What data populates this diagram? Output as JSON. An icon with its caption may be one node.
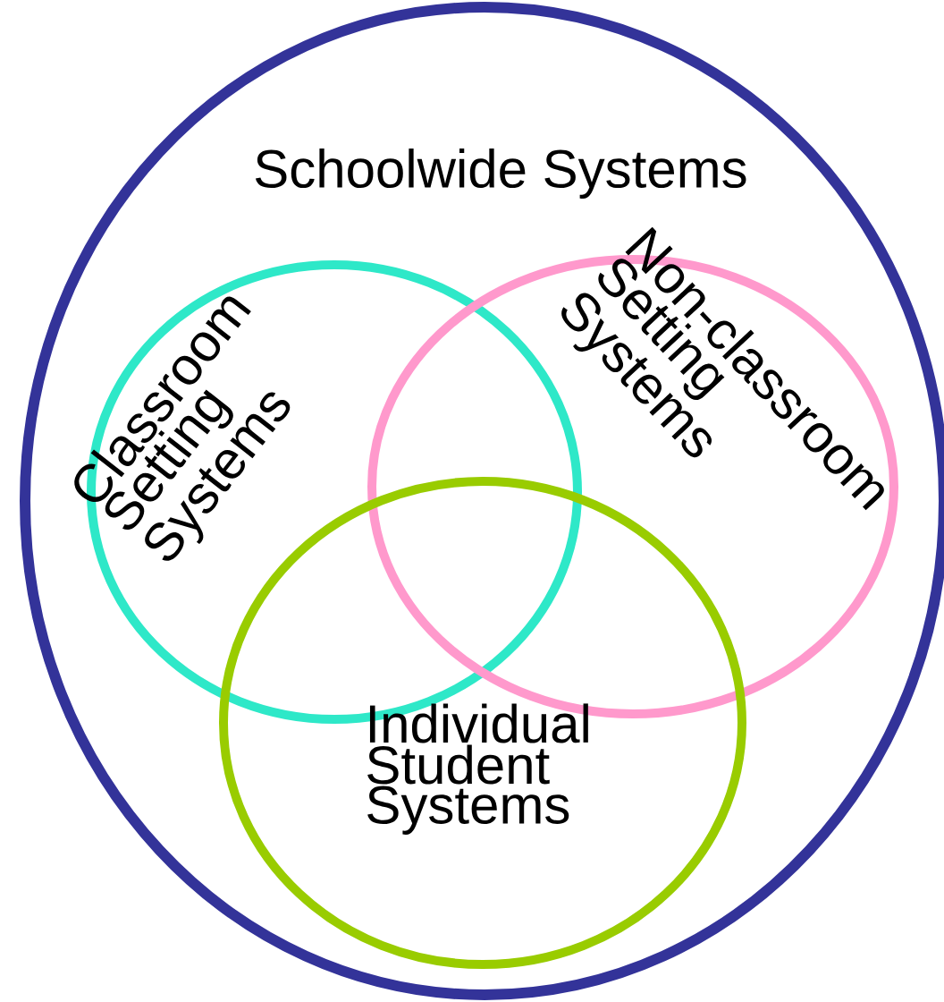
{
  "diagram": {
    "nodes": [
      {
        "text": [
          "Schoolwide Systems"
        ]
      },
      {
        "text": [
          "Classroom Setting Systems"
        ],
        "in": 0
      },
      {
        "text": [
          "Non-classroom Setting Systems"
        ],
        "in": 0
      },
      {
        "text": [
          "Individual Student Systems"
        ],
        "in": 0
      }
    ]
  }
}
